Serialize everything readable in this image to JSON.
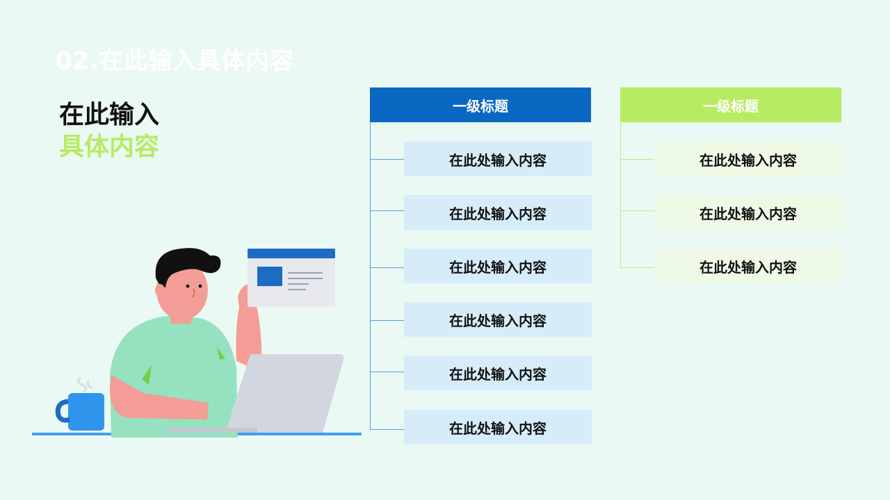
{
  "slide_title": "02.在此输入具体内容",
  "heading": {
    "line1": "在此输入",
    "line2": "具体内容"
  },
  "colors": {
    "blue": "#0a67c2",
    "green": "#b7eb63",
    "background": "#eaf9f3"
  },
  "columns": [
    {
      "header": "一级标题",
      "items": [
        "在此处输入内容",
        "在此处输入内容",
        "在此处输入内容",
        "在此处输入内容",
        "在此处输入内容",
        "在此处输入内容"
      ]
    },
    {
      "header": "一级标题",
      "items": [
        "在此处输入内容",
        "在此处输入内容",
        "在此处输入内容"
      ]
    }
  ],
  "illustration": {
    "name": "person-with-laptop-illustration"
  }
}
